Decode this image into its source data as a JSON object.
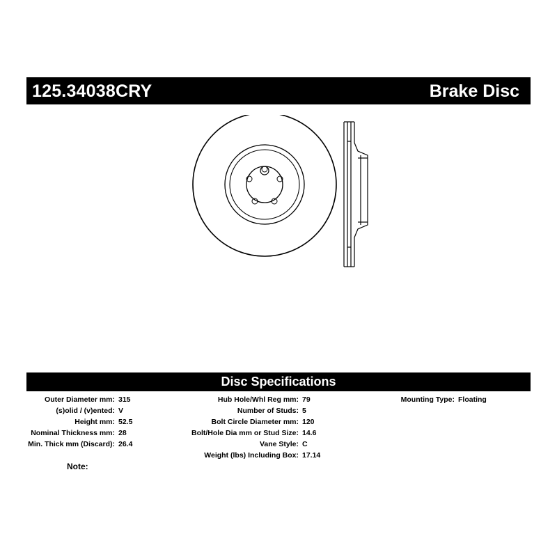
{
  "header": {
    "part_number": "125.34038CRY",
    "product_type": "Brake Disc"
  },
  "specs": {
    "title": "Disc Specifications",
    "col1": [
      {
        "label": "Outer Diameter mm:",
        "value": "315"
      },
      {
        "label": "(s)olid / (v)ented:",
        "value": "V"
      },
      {
        "label": "Height mm:",
        "value": "52.5"
      },
      {
        "label": "Nominal Thickness mm:",
        "value": "28"
      },
      {
        "label": "Min. Thick mm (Discard):",
        "value": "26.4"
      }
    ],
    "col2": [
      {
        "label": "Hub Hole/Whl Reg mm:",
        "value": "79"
      },
      {
        "label": "Number of Studs:",
        "value": "5"
      },
      {
        "label": "Bolt Circle Diameter mm:",
        "value": "120"
      },
      {
        "label": "Bolt/Hole Dia mm or Stud Size:",
        "value": "14.6"
      },
      {
        "label": "Vane Style:",
        "value": "C"
      },
      {
        "label": "Weight (lbs) Including Box:",
        "value": "17.14"
      }
    ],
    "col3": [
      {
        "label": "Mounting Type:",
        "value": "Floating"
      }
    ]
  },
  "note": {
    "label": "Note:",
    "text": ""
  },
  "drawing": {
    "stroke_color": "#000000",
    "fill_color": "#ffffff"
  }
}
